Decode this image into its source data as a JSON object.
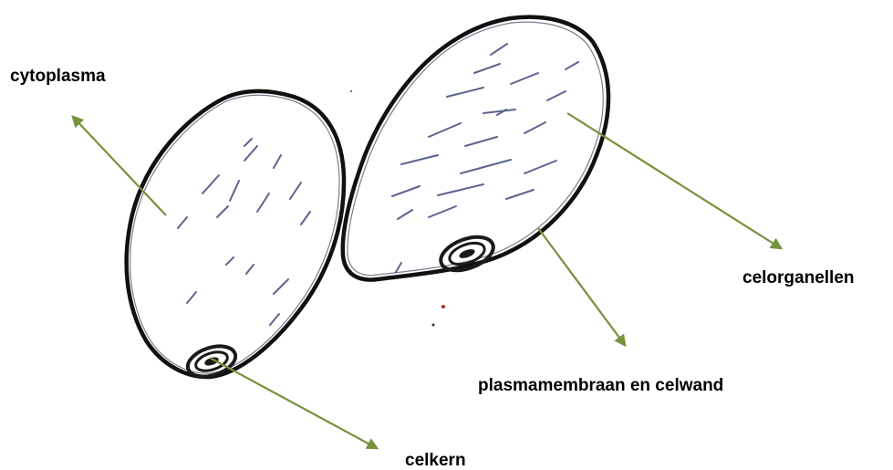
{
  "labels": {
    "cytoplasma": "cytoplasma",
    "celorganellen": "celorganellen",
    "plasmamembraan": "plasmamembraan en celwand",
    "celkern": "celkern"
  },
  "colors": {
    "arrow": "#76923c",
    "cell_outline": "#111111",
    "organelle_scribble": "#27306a",
    "nucleus": "#1a1a1a"
  }
}
